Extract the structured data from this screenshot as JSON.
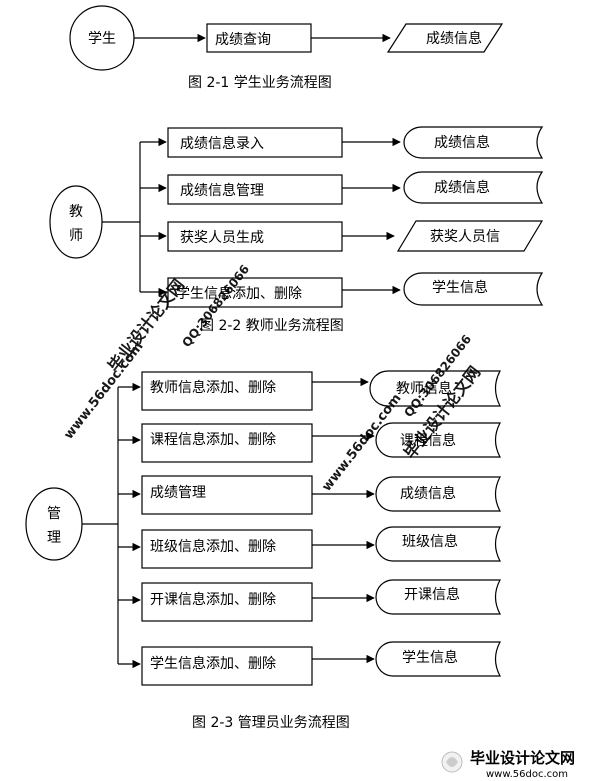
{
  "fig1": {
    "actor": "学生",
    "process": "成绩查询",
    "output": "成绩信息",
    "caption": "图 2-1 学生业务流程图"
  },
  "fig2": {
    "actor_line1": "教",
    "actor_line2": "师",
    "rows": [
      {
        "process": "成绩信息录入",
        "output": "成绩信息"
      },
      {
        "process": "成绩信息管理",
        "output": "成绩信息"
      },
      {
        "process": "获奖人员生成",
        "output": "获奖人员信"
      },
      {
        "process": "学生信息添加、删除",
        "output": "学生信息"
      }
    ],
    "caption": "图 2-2 教师业务流程图"
  },
  "fig3": {
    "actor_line1": "管",
    "actor_line2": "理",
    "rows": [
      {
        "process": "教师信息添加、删除",
        "output": "教师信息"
      },
      {
        "process": "课程信息添加、删除",
        "output": "课程信息"
      },
      {
        "process": "成绩管理",
        "output": "成绩信息"
      },
      {
        "process": "班级信息添加、删除",
        "output": "班级信息"
      },
      {
        "process": "开课信息添加、删除",
        "output": "开课信息"
      },
      {
        "process": "学生信息添加、删除",
        "output": "学生信息"
      }
    ],
    "caption": "图 2-3 管理员业务流程图"
  },
  "watermark": {
    "site_name": "毕业设计论文网",
    "url": "www.56doc.com",
    "qq": "QQ:306826066",
    "footer_title": "毕业设计论文网",
    "footer_url": "www.56doc.com"
  },
  "colors": {
    "line": "#000000",
    "watermark_red": "#e00000",
    "footer_text": "#1a1a1a"
  }
}
